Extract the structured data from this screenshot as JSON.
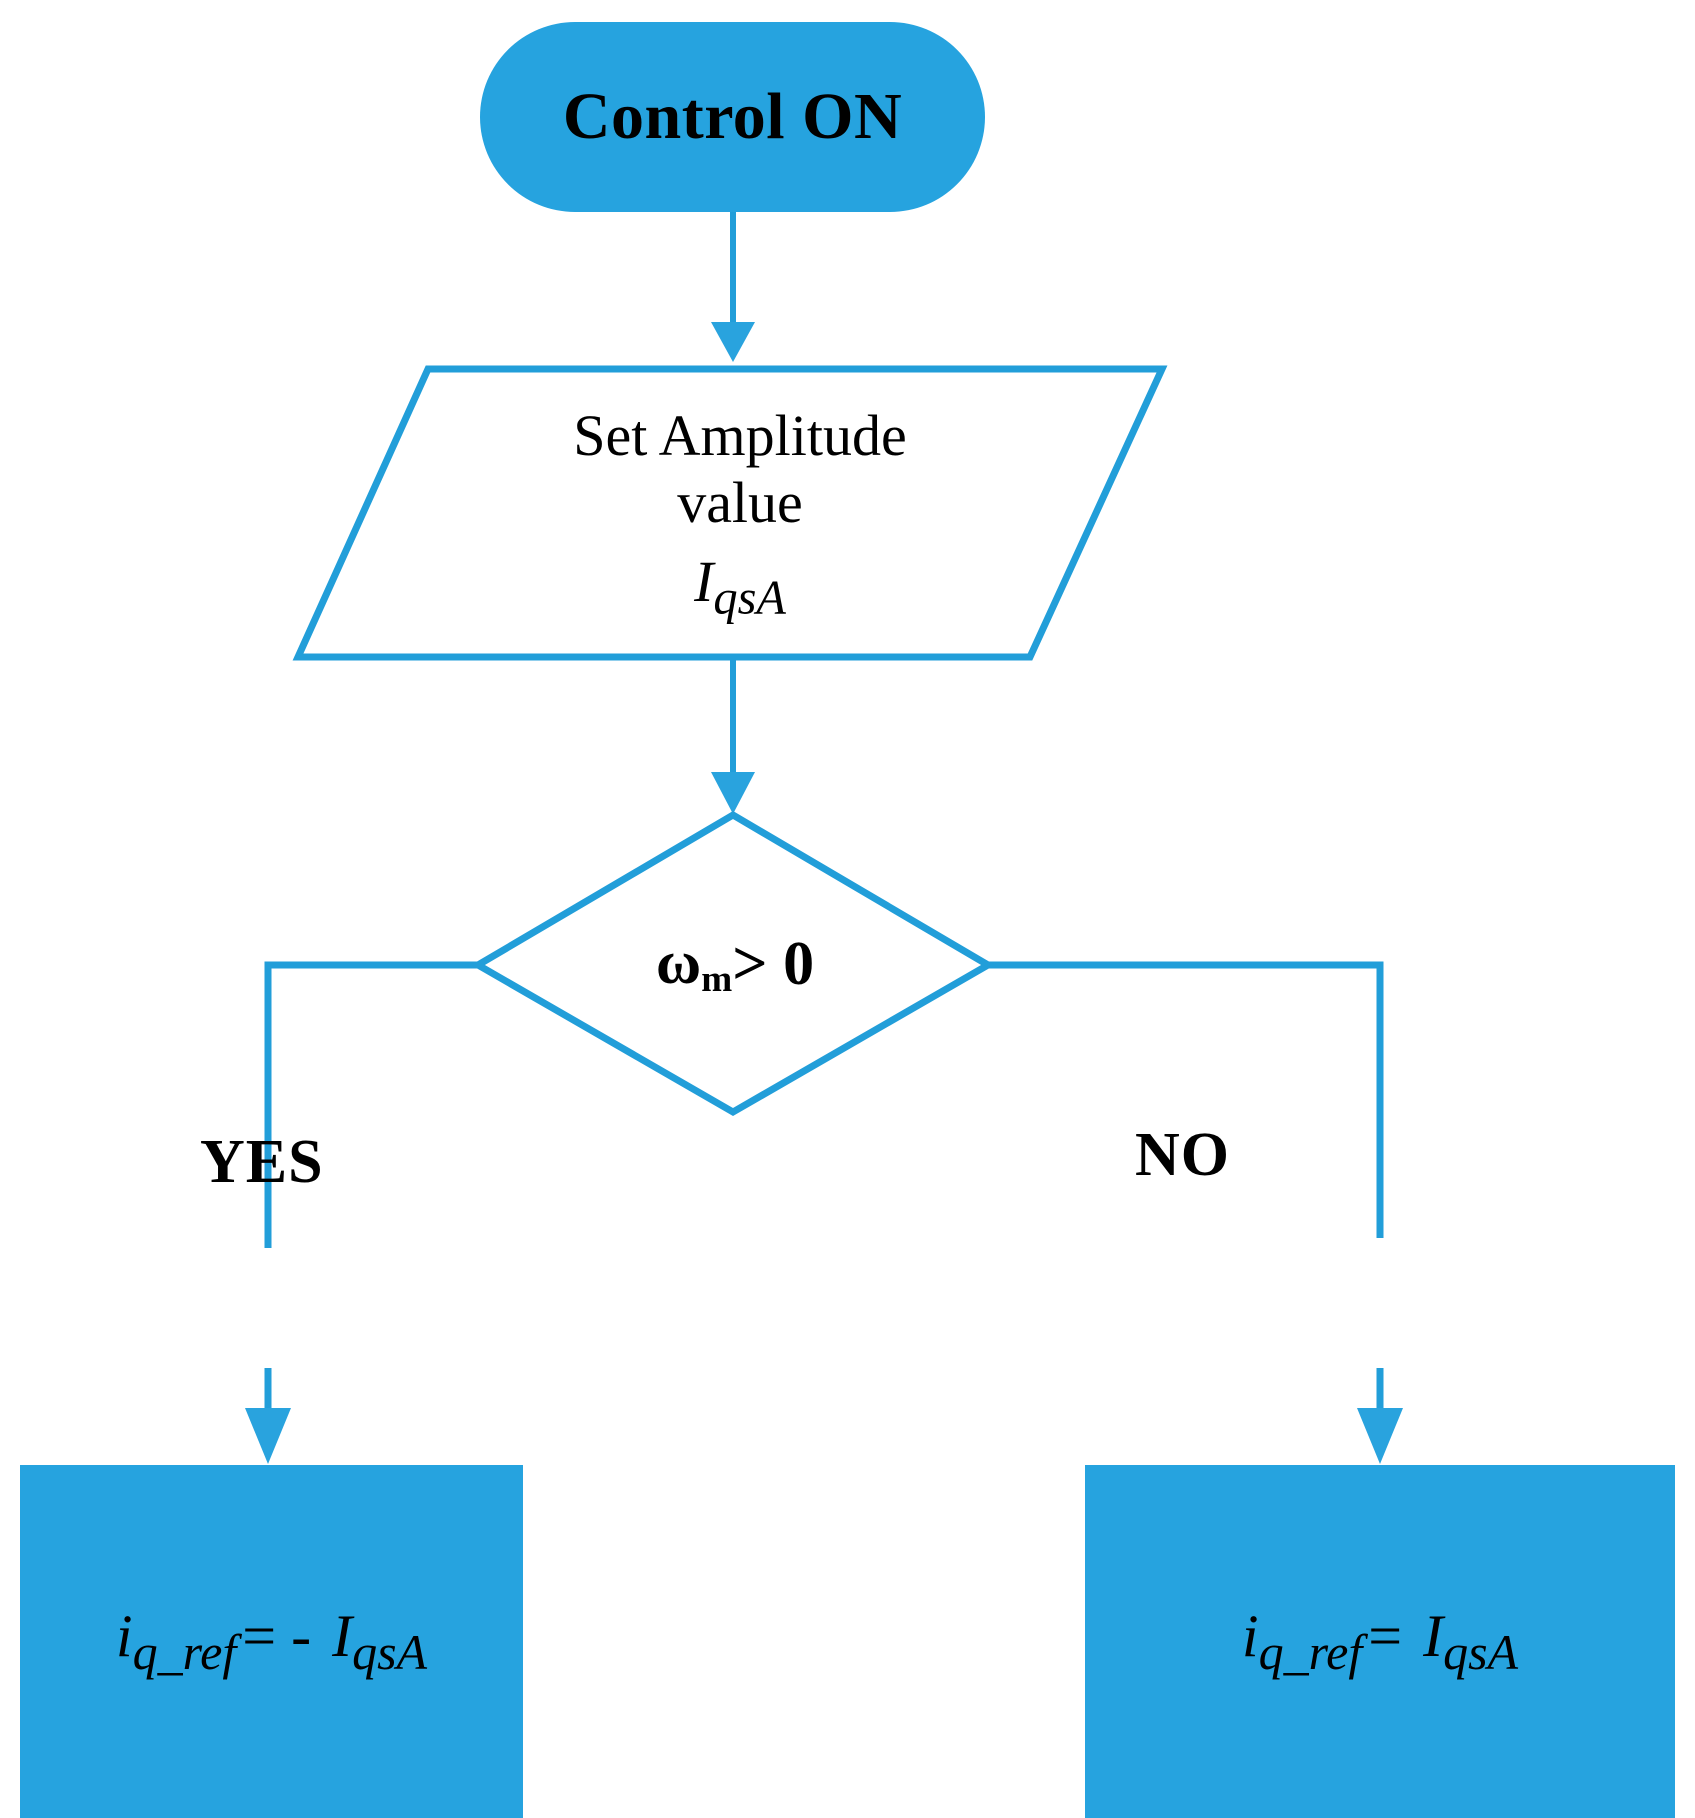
{
  "diagram": {
    "title": "Control ON current reference selection flowchart",
    "accent_color": "#26a3df",
    "stroke_color": "#229ed9",
    "text_color": "#000000",
    "background": "#ffffff"
  },
  "nodes": {
    "start": {
      "type": "terminator",
      "label": "Control ON"
    },
    "input": {
      "type": "parallelogram",
      "line1": "Set Amplitude",
      "line2": "value",
      "formula_var": "I",
      "formula_sub": "qsA"
    },
    "decision": {
      "type": "diamond",
      "symbol": "ω",
      "subscript": "m",
      "operator": " > 0"
    },
    "left_process": {
      "type": "process",
      "lhs_var": "i",
      "lhs_sub": "q_ref",
      "operator": "= -",
      "rhs_var": "I",
      "rhs_sub": "qsA"
    },
    "right_process": {
      "type": "process",
      "lhs_var": "i",
      "lhs_sub": "q_ref",
      "operator": "=",
      "rhs_var": "I",
      "rhs_sub": "qsA"
    }
  },
  "edges": {
    "yes_label": "YES",
    "no_label": "NO"
  },
  "chart_data": {
    "type": "diagram",
    "flow": [
      {
        "from": "start",
        "to": "input",
        "label": ""
      },
      {
        "from": "input",
        "to": "decision",
        "label": ""
      },
      {
        "from": "decision",
        "to": "left_process",
        "label": "YES"
      },
      {
        "from": "decision",
        "to": "right_process",
        "label": "NO"
      }
    ]
  }
}
